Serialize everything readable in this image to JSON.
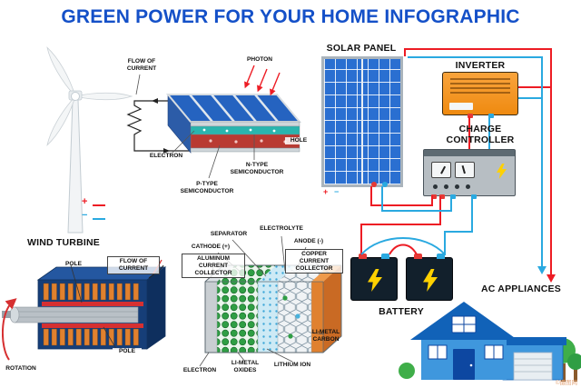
{
  "title": "GREEN POWER FOR YOUR HOME INFOGRAPHIC",
  "watermark": "©摄图网",
  "components": {
    "solar_panel": "SOLAR PANEL",
    "inverter": "INVERTER",
    "charge_controller": "CHARGE CONTROLLER",
    "battery": "BATTERY",
    "ac_appliances": "AC APPLIANCES",
    "wind_turbine": "WIND TURBINE"
  },
  "pv_cell": {
    "flow_of_current": "FLOW OF CURRENT",
    "photon": "PHOTON",
    "electron": "ELECTRON",
    "hole": "HOLE",
    "n_type": "N-TYPE SEMICONDUCTOR",
    "p_type": "P-TYPE SEMICONDUCTOR"
  },
  "li_battery": {
    "separator": "SEPARATOR",
    "electrolyte": "ELECTROLYTE",
    "cathode": "CATHODE (+)",
    "anode": "ANODE (-)",
    "aluminum_collector": "ALUMINUM CURRENT COLLECTOR",
    "copper_collector": "COPPER CURRENT COLLECTOR",
    "electron": "ELECTRON",
    "li_metal_oxides": "LI-METAL OXIDES",
    "lithium_ion": "LITHIUM ION",
    "li_metal_carbon": "LI-METAL CARBON"
  },
  "generator": {
    "pole_top": "POLE",
    "pole_bottom": "POLE",
    "flow_of_current": "FLOW OF CURRENT",
    "rotation": "ROTATION"
  },
  "symbols": {
    "plus": "+",
    "minus": "−"
  },
  "colors": {
    "title_blue": "#1450c8",
    "wire_red": "#ed1c24",
    "wire_blue": "#2aa9e0",
    "panel_blue": "#2a6fd1",
    "inverter_orange": "#f6921e",
    "battery_dark": "#12202c",
    "bolt_yellow": "#ffd100",
    "house_roof": "#1162b8",
    "house_wall": "#3f97dd",
    "tree_green": "#3fae49",
    "coil_copper": "#e0812f",
    "magnet_red": "#d63031"
  }
}
